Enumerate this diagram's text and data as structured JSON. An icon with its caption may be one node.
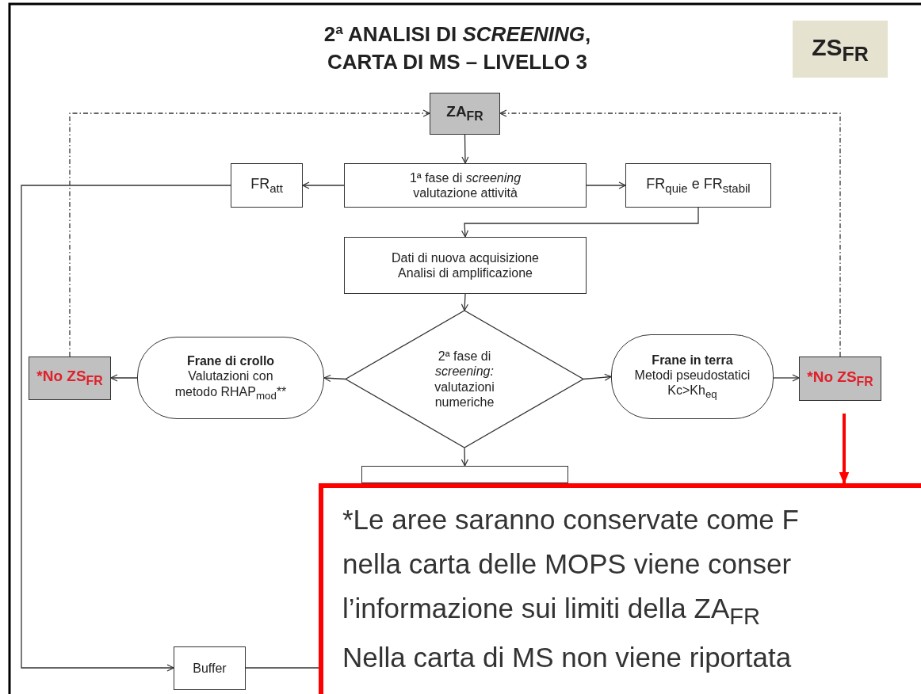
{
  "diagram": {
    "title": "2ª ANALISI DI *SCREENING*, CARTA DI MS – LIVELLO 3",
    "nodes": [
      {
        "text": [
          "ZS$_{FR}$"
        ]
      },
      {
        "text": [
          "ZA$_{FR}$"
        ]
      },
      {
        "text": [
          "FR$_{att}$"
        ]
      },
      {
        "text": [
          "1ª fase di *screening* valutazione attività"
        ]
      },
      {
        "text": [
          "FR$_{quie}$ e FR$_{stabil}$"
        ]
      },
      {
        "text": [
          "Dati di nuova acquisizione Analisi di amplificazione"
        ]
      },
      {
        "text": [
          "*No ZS$_{FR}$"
        ]
      },
      {
        "text": [
          "Frane di crollo",
          "Valutazioni con metodo RHAP$_{mod}$**"
        ]
      },
      {
        "text": [
          "2ª fase di *screening:* valutazioni numeriche"
        ]
      },
      {
        "text": [
          "Frane in terra",
          "Metodi pseudostatici Kc>Kh$_{eq}$"
        ]
      },
      {
        "text": [
          "*No ZS$_{FR}$"
        ]
      },
      {
        "text": [],
        "shape": "box"
      },
      {
        "text": [
          "Buffer"
        ]
      },
      {
        "text": [
          "*Le aree saranno conservate come F",
          "nella carta delle MOPS viene conser",
          "l’informazione sui limiti della ZA$_{FR}$",
          "Nella carta di MS non viene riportata"
        ]
      }
    ],
    "edges": [
      {
        "from": 1,
        "to": 3,
        "arrow": "to"
      },
      {
        "from": 3,
        "to": 2,
        "arrow": "to"
      },
      {
        "from": 3,
        "to": 4,
        "arrow": "to"
      },
      {
        "from": 4,
        "to": 5,
        "arrow": "to"
      },
      {
        "from": 5,
        "to": 8,
        "arrow": "to"
      },
      {
        "from": 8,
        "to": 7,
        "arrow": "to"
      },
      {
        "from": 7,
        "to": 6,
        "arrow": "to"
      },
      {
        "from": 8,
        "to": 9,
        "arrow": "to"
      },
      {
        "from": 9,
        "to": 10,
        "arrow": "to"
      },
      {
        "from": 6,
        "to": 1,
        "arrow": "to",
        "style": "dashed"
      },
      {
        "from": 10,
        "to": 1,
        "arrow": "to",
        "style": "dashed"
      },
      {
        "from": 2,
        "to": 12,
        "arrow": "to"
      },
      {
        "from": 8,
        "to": 11,
        "arrow": "to"
      },
      {
        "from": 12,
        "to": 13,
        "arrow": "none"
      },
      {
        "from": null,
        "to": 13,
        "arrow": "to",
        "style": "thick",
        "color": "#ff0000"
      }
    ]
  }
}
